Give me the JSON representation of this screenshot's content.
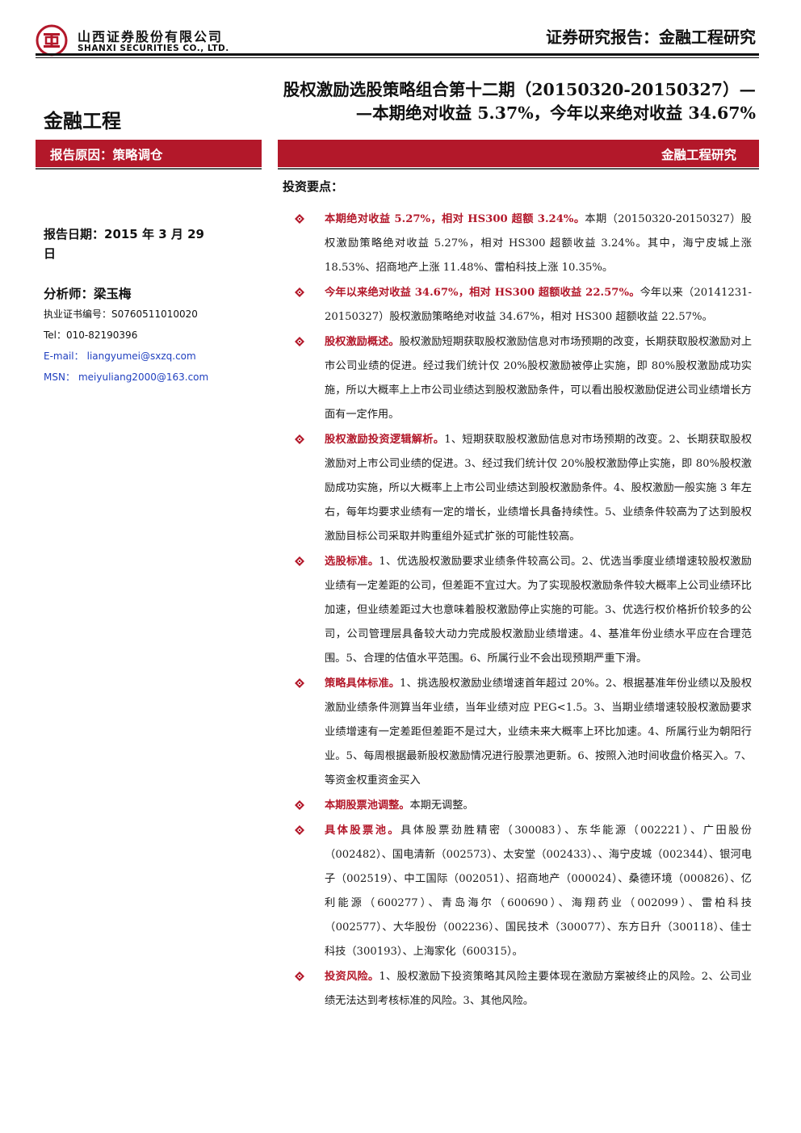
{
  "header": {
    "company_cn": "山西证券股份有限公司",
    "company_en": "SHANXI SECURITIES CO., LTD.",
    "report_type": "证券研究报告：金融工程研究"
  },
  "title": {
    "line1": "股权激励选股策略组合第十二期（20150320-20150327）—",
    "line2": "—本期绝对收益 5.37%，今年以来绝对收益 34.67%"
  },
  "section_label": "金融工程",
  "bars": {
    "left": "报告原因：策略调仓",
    "right": "金融工程研究"
  },
  "colors": {
    "accent": "#b3182a",
    "link": "#1f3fbf"
  },
  "sidebar": {
    "date_line1": "报告日期：2015 年 3 月 29",
    "date_line2": "日",
    "analyst_name": "分析师：梁玉梅",
    "cert_label": "执业证书编号：",
    "cert_value": "S0760511010020",
    "tel_label": "Tel：",
    "tel_value": "010-82190396",
    "email_label": "E-mail：",
    "email_value": "liangyumei@sxzq.com",
    "msn_label": "MSN：",
    "msn_value": "meiyuliang2000@163.com"
  },
  "key_points_heading": "投资要点：",
  "bullet_icon": "red-diamond-bullet-icon",
  "items": [
    {
      "highlight": "本期绝对收益 5.27%，相对 HS300 超额 3.24%。",
      "text": "本期（20150320-20150327）股权激励策略绝对收益 5.27%，相对 HS300 超额收益 3.24%。其中，海宁皮城上涨 18.53%、招商地产上涨 11.48%、雷柏科技上涨 10.35%。"
    },
    {
      "highlight": "今年以来绝对收益 34.67%，相对 HS300 超额收益 22.57%。",
      "text": "今年以来（20141231-20150327）股权激励策略绝对收益 34.67%，相对 HS300 超额收益 22.57%。"
    },
    {
      "highlight": "股权激励概述。",
      "text": "股权激励短期获取股权激励信息对市场预期的改变，长期获取股权激励对上市公司业绩的促进。经过我们统计仅 20%股权激励被停止实施，即 80%股权激励成功实施，所以大概率上上市公司业绩达到股权激励条件，可以看出股权激励促进公司业绩增长方面有一定作用。"
    },
    {
      "highlight": "股权激励投资逻辑解析。",
      "text": "1、短期获取股权激励信息对市场预期的改变。2、长期获取股权激励对上市公司业绩的促进。3、经过我们统计仅 20%股权激励停止实施，即 80%股权激励成功实施，所以大概率上上市公司业绩达到股权激励条件。4、股权激励一般实施 3 年左右，每年均要求业绩有一定的增长，业绩增长具备持续性。5、业绩条件较高为了达到股权激励目标公司采取并购重组外延式扩张的可能性较高。"
    },
    {
      "highlight": "选股标准。",
      "text": "1、优选股权激励要求业绩条件较高公司。2、优选当季度业绩增速较股权激励业绩有一定差距的公司，但差距不宜过大。为了实现股权激励条件较大概率上公司业绩环比加速，但业绩差距过大也意味着股权激励停止实施的可能。3、优选行权价格折价较多的公司，公司管理层具备较大动力完成股权激励业绩增速。4、基准年份业绩水平应在合理范围。5、合理的估值水平范围。6、所属行业不会出现预期严重下滑。"
    },
    {
      "highlight": "策略具体标准。",
      "text": "1、挑选股权激励业绩增速首年超过 20%。2、根据基准年份业绩以及股权激励业绩条件测算当年业绩，当年业绩对应 PEG<1.5。3、当期业绩增速较股权激励要求业绩增速有一定差距但差距不是过大，业绩未来大概率上环比加速。4、所属行业为朝阳行业。5、每周根据最新股权激励情况进行股票池更新。6、按照入池时间收盘价格买入。7、等资金权重资金买入"
    },
    {
      "highlight": "本期股票池调整。",
      "text": "本期无调整。"
    },
    {
      "highlight": "具体股票池。",
      "text": "具体股票劲胜精密（300083）、东华能源（002221）、广田股份（002482）、国电清新（002573）、太安堂（002433）、、海宁皮城（002344）、银河电子（002519）、中工国际（002051）、招商地产（000024）、桑德环境（000826）、亿利能源（600277）、青岛海尔（600690）、海翔药业（002099）、雷柏科技（002577）、大华股份（002236）、国民技术（300077）、东方日升（300118）、佳士科技（300193）、上海家化（600315）。"
    },
    {
      "highlight": "投资风险。",
      "text": "1、股权激励下投资策略其风险主要体现在激励方案被终止的风险。2、公司业绩无法达到考核标准的风险。3、其他风险。"
    }
  ]
}
